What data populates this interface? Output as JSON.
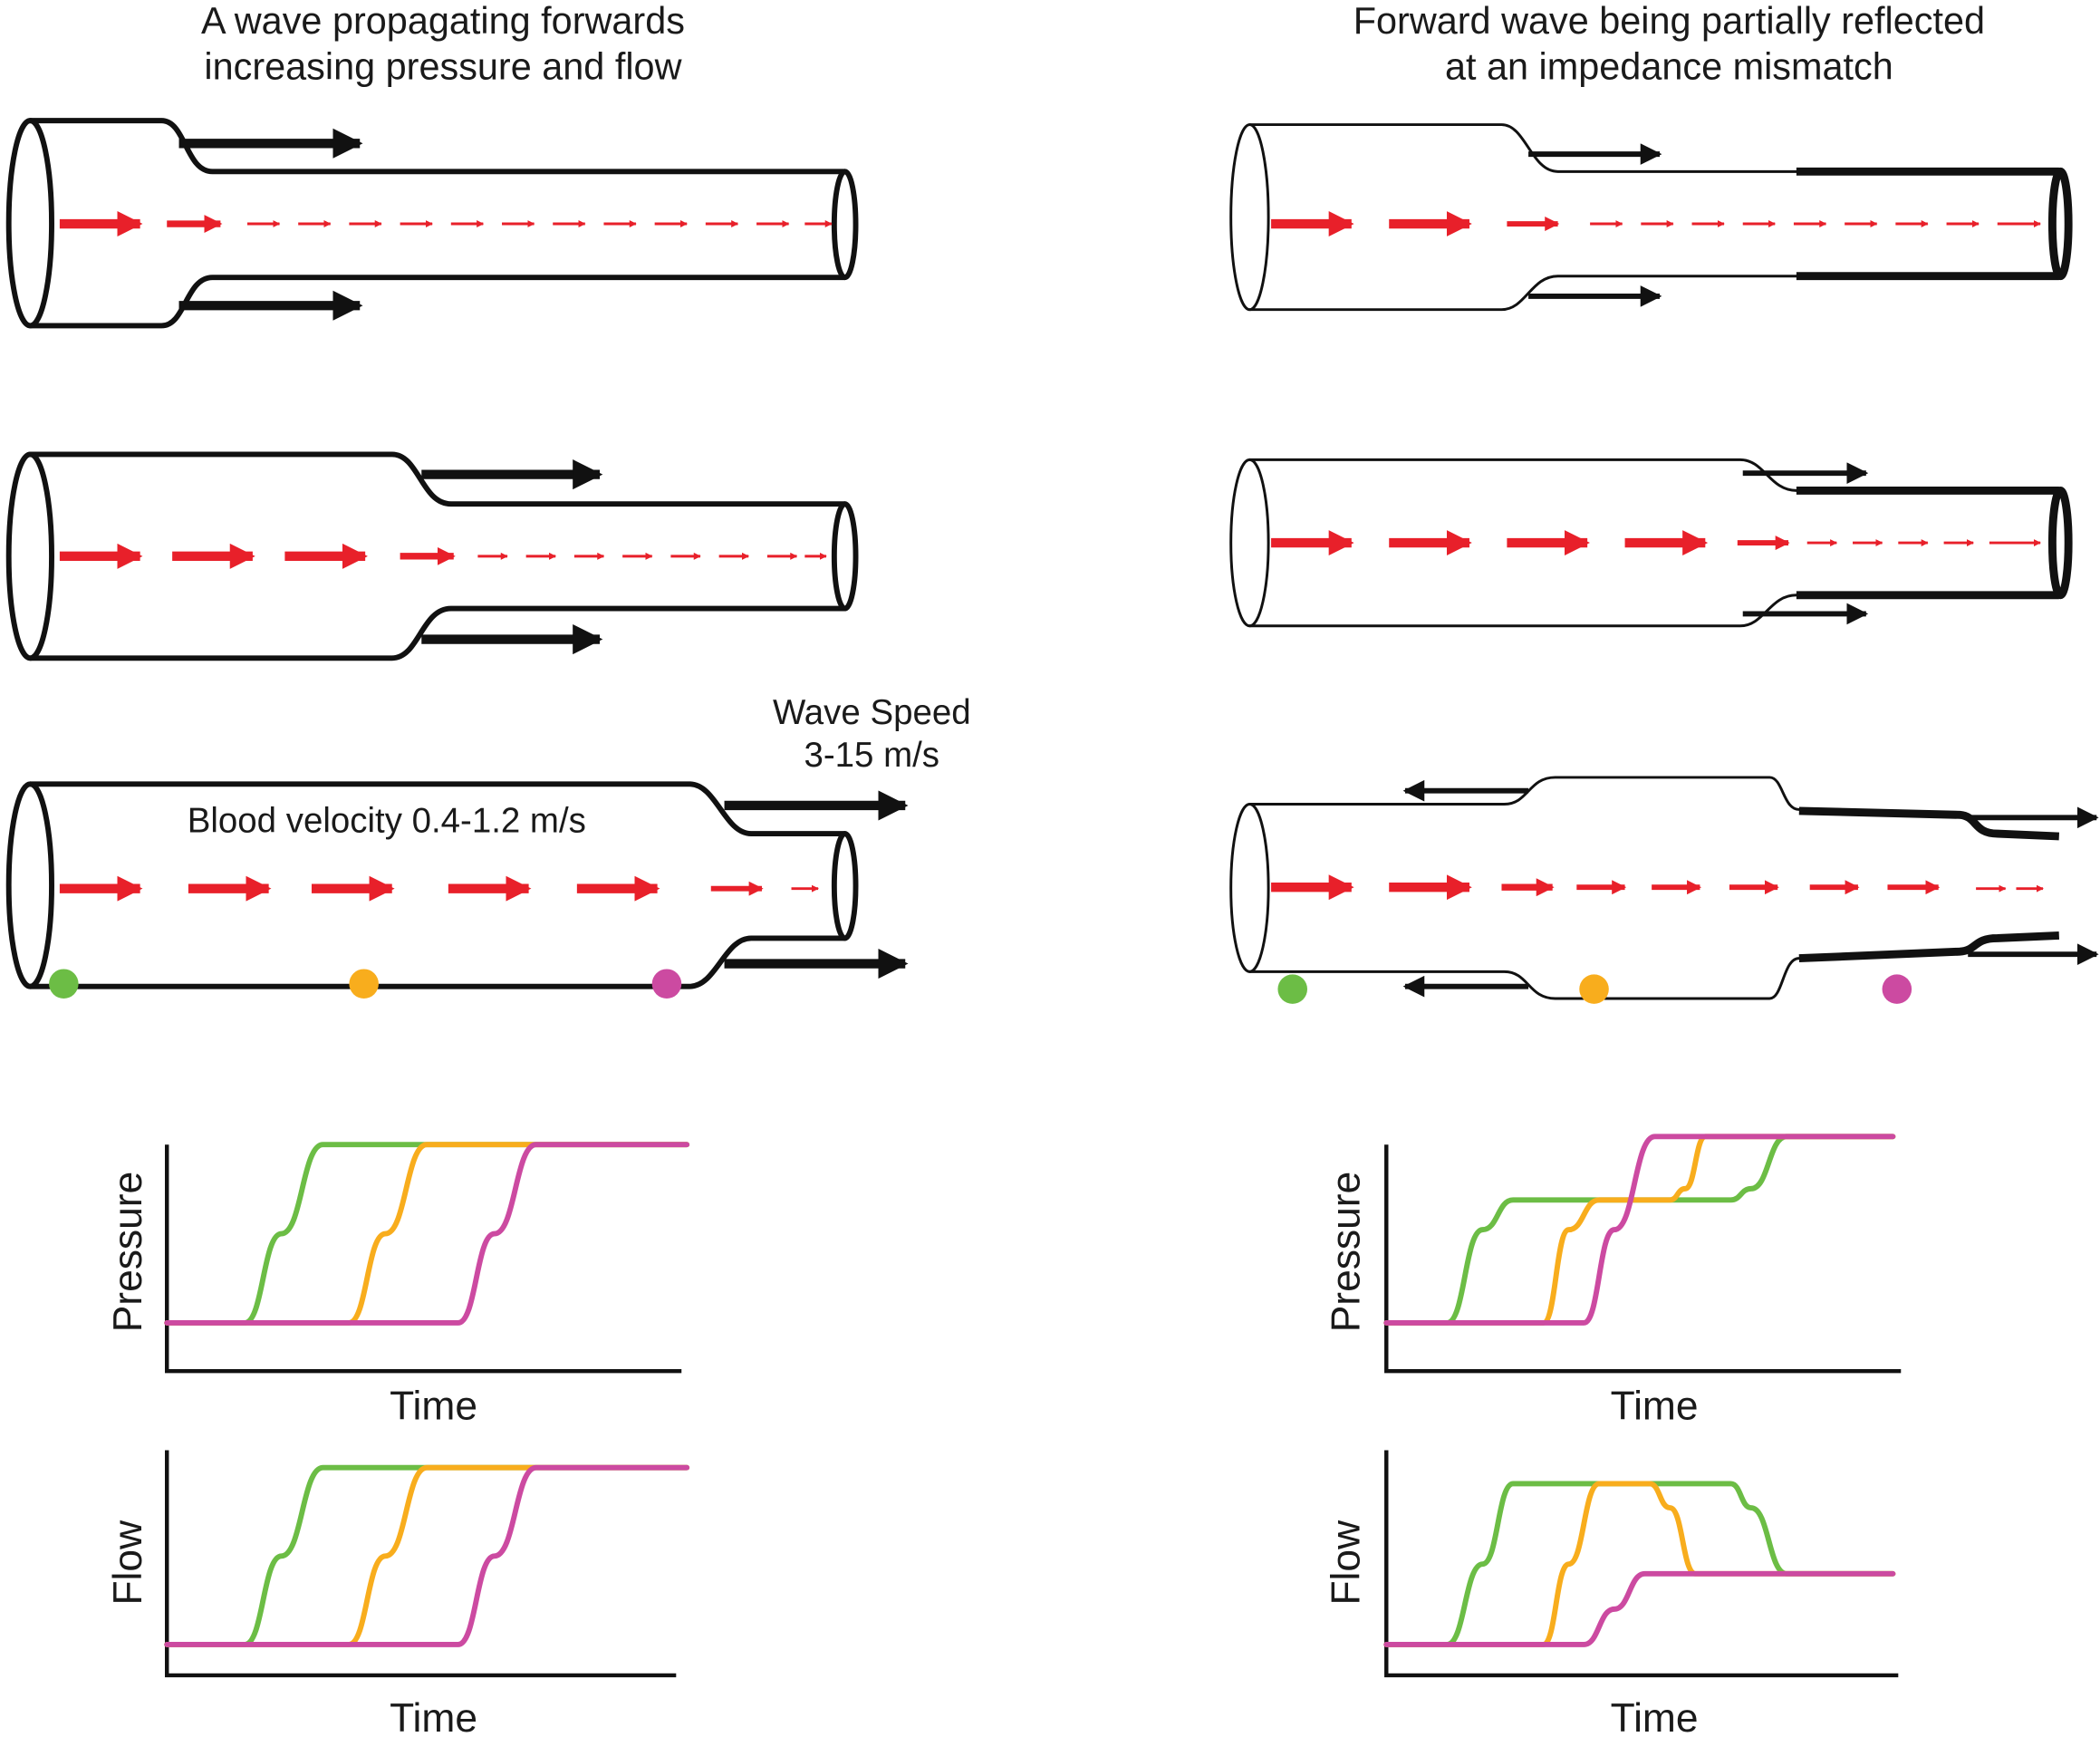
{
  "left_panel": {
    "title_lines": [
      "A wave propagating forwards",
      "increasing pressure and flow"
    ],
    "wave_speed_lines": [
      "Wave Speed",
      "3-15 m/s"
    ],
    "blood_velocity_label": "Blood velocity 0.4-1.2 m/s"
  },
  "right_panel": {
    "title_lines": [
      "Forward wave being partially reflected",
      "at an impedance mismatch"
    ]
  },
  "colors": {
    "site1": "#6cbd45",
    "site2": "#f8ad1d",
    "site3": "#cc4aa1",
    "flow_arrow": "#e8202a",
    "wall": "#111111"
  },
  "markers": [
    "site1",
    "site2",
    "site3"
  ],
  "chart_data": [
    {
      "type": "line",
      "panel": "left",
      "ylabel": "Pressure",
      "xlabel": "Time",
      "series": [
        {
          "color_key": "site1",
          "x": [
            0,
            0.15,
            0.22,
            0.3,
            1
          ],
          "y": [
            0,
            0,
            0.5,
            1,
            1
          ]
        },
        {
          "color_key": "site2",
          "x": [
            0,
            0.35,
            0.42,
            0.5,
            1
          ],
          "y": [
            0,
            0,
            0.5,
            1,
            1
          ]
        },
        {
          "color_key": "site3",
          "x": [
            0,
            0.56,
            0.63,
            0.71,
            1
          ],
          "y": [
            0,
            0,
            0.5,
            1,
            1
          ]
        }
      ]
    },
    {
      "type": "line",
      "panel": "left",
      "ylabel": "Flow",
      "xlabel": "Time",
      "series": [
        {
          "color_key": "site1",
          "x": [
            0,
            0.15,
            0.22,
            0.3,
            1
          ],
          "y": [
            0,
            0,
            0.5,
            1,
            1
          ]
        },
        {
          "color_key": "site2",
          "x": [
            0,
            0.35,
            0.42,
            0.5,
            1
          ],
          "y": [
            0,
            0,
            0.5,
            1,
            1
          ]
        },
        {
          "color_key": "site3",
          "x": [
            0,
            0.56,
            0.63,
            0.71,
            1
          ],
          "y": [
            0,
            0,
            0.5,
            1,
            1
          ]
        }
      ]
    },
    {
      "type": "line",
      "panel": "right",
      "ylabel": "Pressure",
      "xlabel": "Time",
      "series": [
        {
          "color_key": "site1",
          "x": [
            0,
            0.12,
            0.19,
            0.25,
            0.68,
            0.72,
            0.79,
            1
          ],
          "y": [
            0,
            0,
            0.5,
            0.66,
            0.66,
            0.72,
            1,
            1
          ]
        },
        {
          "color_key": "site2",
          "x": [
            0,
            0.31,
            0.36,
            0.42,
            0.56,
            0.59,
            0.63,
            1
          ],
          "y": [
            0,
            0,
            0.5,
            0.66,
            0.66,
            0.72,
            1,
            1
          ]
        },
        {
          "color_key": "site3",
          "x": [
            0,
            0.39,
            0.45,
            0.53,
            1
          ],
          "y": [
            0,
            0,
            0.5,
            1,
            1
          ]
        }
      ]
    },
    {
      "type": "line",
      "panel": "right",
      "ylabel": "Flow",
      "xlabel": "Time",
      "series": [
        {
          "color_key": "site1",
          "x": [
            0,
            0.12,
            0.19,
            0.25,
            0.68,
            0.72,
            0.79,
            1
          ],
          "y": [
            0,
            0,
            0.5,
            1,
            1,
            0.85,
            0.44,
            0.44
          ]
        },
        {
          "color_key": "site2",
          "x": [
            0,
            0.31,
            0.36,
            0.42,
            0.52,
            0.56,
            0.61,
            1
          ],
          "y": [
            0,
            0,
            0.5,
            1,
            1,
            0.85,
            0.44,
            0.44
          ]
        },
        {
          "color_key": "site3",
          "x": [
            0,
            0.39,
            0.45,
            0.51,
            1
          ],
          "y": [
            0,
            0,
            0.22,
            0.44,
            0.44
          ]
        }
      ]
    }
  ]
}
